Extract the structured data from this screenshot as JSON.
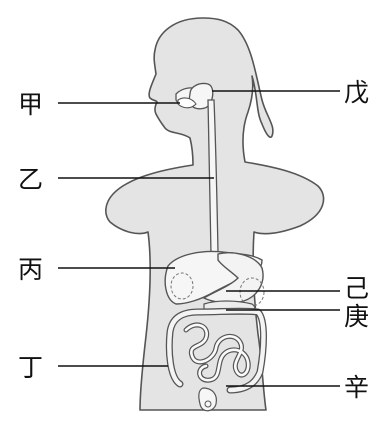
{
  "diagram": {
    "labels": {
      "jia": "甲",
      "yi": "乙",
      "bing": "丙",
      "ding": "丁",
      "wu": "戊",
      "ji": "己",
      "geng": "庚",
      "xin": "辛"
    }
  },
  "colors": {
    "body_fill": "#e4e4e4",
    "outline": "#555555",
    "organ_fill": "#f6f6f6",
    "leader_line": "#111111"
  }
}
